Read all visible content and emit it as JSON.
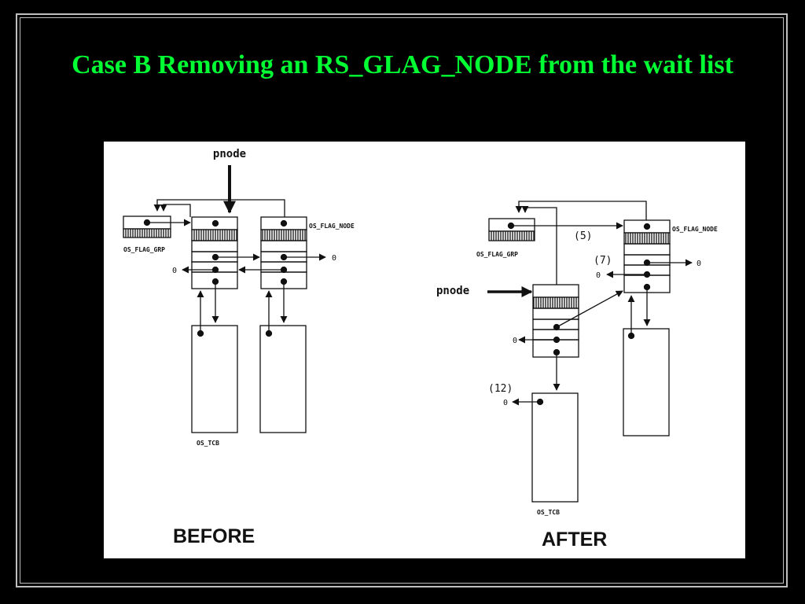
{
  "slide": {
    "title": "Case B Removing an RS_GLAG_NODE from the wait list",
    "colors": {
      "background": "#000000",
      "title": "#00ff33",
      "figure_bg": "#ffffff",
      "ink": "#111111"
    }
  },
  "before": {
    "caption": "BEFORE",
    "pnode_label": "pnode",
    "flag_grp_label": "OS_FLAG_GRP",
    "flag_node_label": "OS_FLAG_NODE",
    "tcb_label": "OS_TCB",
    "null_left": "0",
    "null_right": "0"
  },
  "after": {
    "caption": "AFTER",
    "pnode_label": "pnode",
    "flag_grp_label": "OS_FLAG_GRP",
    "flag_node_label": "OS_FLAG_NODE",
    "tcb_label": "OS_TCB",
    "step_5": "(5)",
    "step_7": "(7)",
    "step_12": "(12)",
    "null_node_right": "0",
    "null_node_left": "0",
    "null_pnode_left": "0",
    "null_tcb_left": "0"
  }
}
